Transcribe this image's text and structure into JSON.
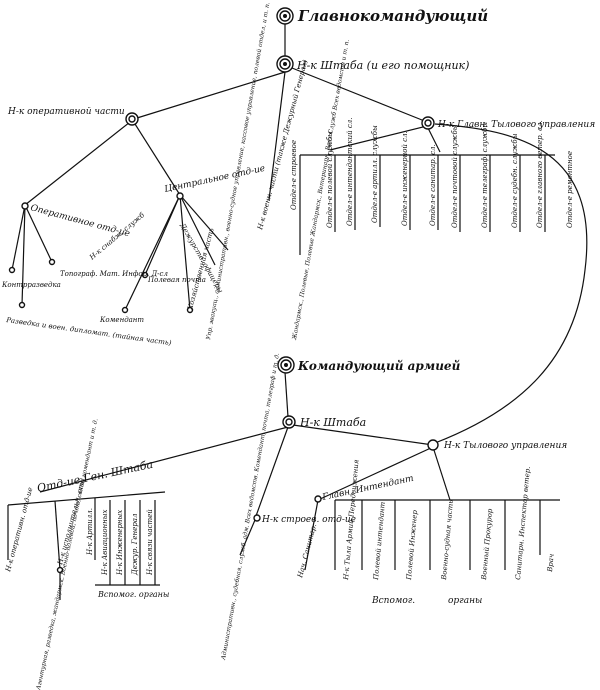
{
  "top": {
    "commander_in_chief": "Главнокомандующий",
    "chief_of_staff": "Н-к Штаба (и его помощник)"
  },
  "upper": {
    "operational_chief": "Н-к оперативной части",
    "operational_dept": "Оперативное отд-ие",
    "reconnaissance": "Разведка и воен. дипломат. (тайная часть)",
    "topography": "Топограф. Мат. Инфор. Д-сл",
    "counterintel": "Контрразведка",
    "quartermaster_dept": "Центральное отд-ие",
    "field_post": "Полевая почта",
    "commandant": "Комендант",
    "economy_dept": "Хозяйственная часть",
    "supply_staff": "Н-к снабж. служб",
    "duty_staff": "Дежурств. офицеры",
    "detail_list": "Упр. эвакуац., административн., военно-судное управление, кассовое управление, полевой отдел, и т. п.",
    "special_chief": "Н-к военн. части (также Дежурный Генерал)",
    "rear_chief": "Н-к Главн. Тылового управления",
    "rear_departments": [
      "Отдел-е строевое",
      "Отдел-е полевой службы",
      "Отдел-е интендантский сл.",
      "Отдел-е артилл. службы",
      "Отдел-е инженерной сл.",
      "Отдел-е санитар. сл.",
      "Отдел-е почтовой службы",
      "Отдел-е телеграф. службы",
      "Отдел-е судебн. службы",
      "Отдел-е главного ветер. сл.",
      "Отдел-е ремонтное"
    ],
    "rear_footnote": "Жандармск., Полевые, Полевые Жандармск., Ветеринарн. Всех Служб Всех ведомств и т. п."
  },
  "lower": {
    "army_commander": "Командующий армией",
    "army_chief_of_staff": "Н-к Штаба",
    "gen_staff_dept": "Отд-ие Ген. Штаба",
    "army_rear_chief": "Н-к Тылового управления",
    "gs_children": [
      {
        "title": "Н-к оперативн. отд-ие"
      },
      {
        "title": "Н-к исполнительн. отд.",
        "note": "Агентурная, разведка, жандармск. Военно-полевой, почта, связь, комендант и т. д."
      },
      {
        "title": "Н-к Артилл."
      },
      {
        "title": "Н-к Авиационных"
      },
      {
        "title": "Н-к Инженерных"
      },
      {
        "title": "Дежур. Генерал"
      },
      {
        "title": "Н-к связи частей"
      }
    ],
    "aux_organs_left": "Вспомог. органы",
    "combat_dept": "Н-к строев. отд-ие",
    "combat_note": "Административн., судебная, служб. адм. Всех ведомств. Комендант, почта, телеграф и т. д.",
    "chief_quartermaster": "Главн. Интендант",
    "surgeon": "Нач. Санитар.",
    "rear_children": [
      "Н-к Тыла Армий Передвижения",
      "Полевой интендант",
      "Полевой Инженер",
      "Военно-судная часть",
      "Военный Прокурор",
      "Санитарн. Инспектор ветер.",
      "Врач"
    ],
    "aux_organs_right_a": "Вспомог.",
    "aux_organs_right_b": "органы"
  },
  "colors": {
    "ink": "#111111",
    "paper": "#ffffff"
  }
}
